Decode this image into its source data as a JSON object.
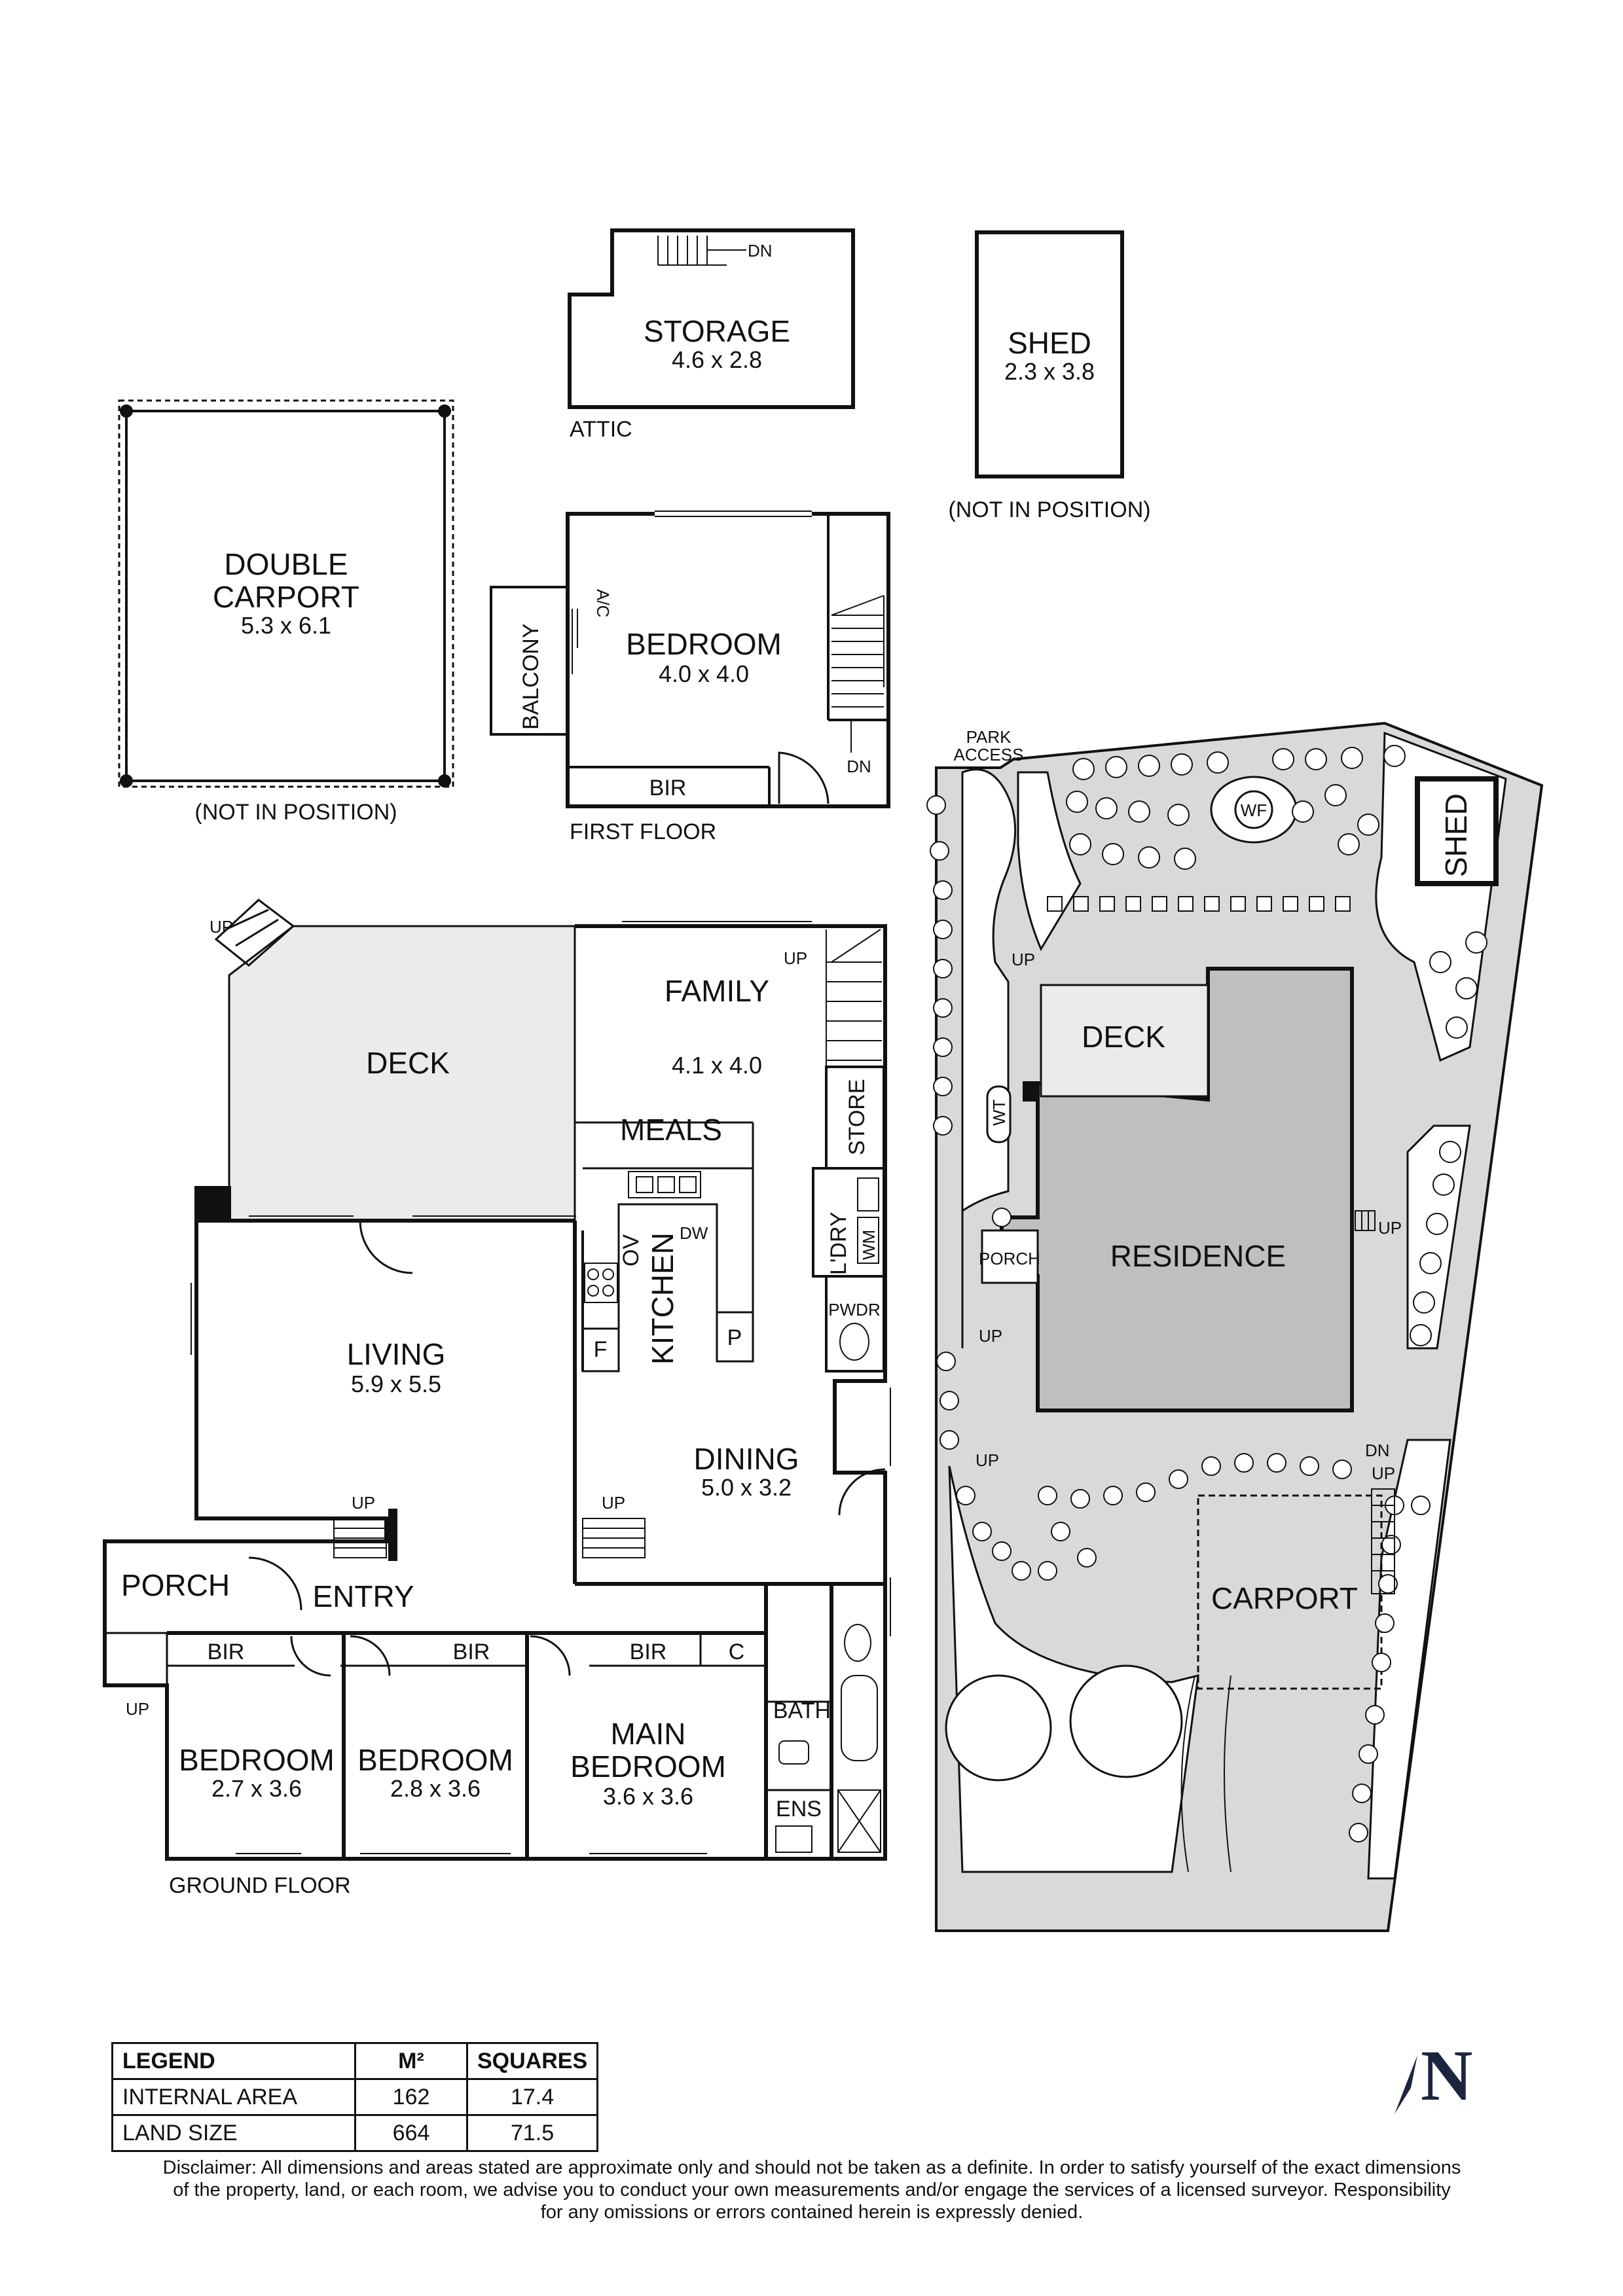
{
  "attic": {
    "level_label": "ATTIC",
    "storage": {
      "name": "STORAGE",
      "dims": "4.6 x 2.8"
    },
    "dn": "DN"
  },
  "shed": {
    "name": "SHED",
    "dims": "2.3 x 3.8",
    "note": "(NOT IN POSITION)"
  },
  "carport_plan": {
    "name_line1": "DOUBLE",
    "name_line2": "CARPORT",
    "dims": "5.3 x 6.1",
    "note": "(NOT IN POSITION)"
  },
  "first_floor": {
    "level_label": "FIRST FLOOR",
    "bedroom": {
      "name": "BEDROOM",
      "dims": "4.0 x 4.0"
    },
    "balcony": "BALCONY",
    "ac": "A/C",
    "bir": "BIR",
    "dn": "DN"
  },
  "ground_floor": {
    "level_label": "GROUND FLOOR",
    "deck": "DECK",
    "family": {
      "name": "FAMILY",
      "dims": "4.1 x 4.0"
    },
    "meals": "MEALS",
    "store": "STORE",
    "kitchen": "KITCHEN",
    "ov": "OV",
    "dw": "DW",
    "ldry": "L'DRY",
    "wm": "WM",
    "pwdr": "PWDR",
    "f": "F",
    "p": "P",
    "living": {
      "name": "LIVING",
      "dims": "5.9 x 5.5"
    },
    "dining": {
      "name": "DINING",
      "dims": "5.0 x 3.2"
    },
    "porch": "PORCH",
    "entry": "ENTRY",
    "bath": "BATH",
    "ens": "ENS",
    "c": "C",
    "bir": "BIR",
    "up": "UP",
    "bedroom1": {
      "name": "BEDROOM",
      "dims": "2.7 x 3.6"
    },
    "bedroom2": {
      "name": "BEDROOM",
      "dims": "2.8 x 3.6"
    },
    "main_bedroom": {
      "name_line1": "MAIN",
      "name_line2": "BEDROOM",
      "dims": "3.6 x 3.6"
    }
  },
  "site": {
    "park_access_line1": "PARK",
    "park_access_line2": "ACCESS",
    "wf": "WF",
    "shed": "SHED",
    "deck": "DECK",
    "wt": "WT",
    "residence": "RESIDENCE",
    "porch": "PORCH",
    "carport": "CARPORT",
    "up": "UP",
    "dn": "DN"
  },
  "legend": {
    "headers": [
      "LEGEND",
      "M²",
      "SQUARES"
    ],
    "rows": [
      {
        "label": "INTERNAL AREA",
        "m2": "162",
        "squares": "17.4"
      },
      {
        "label": "LAND SIZE",
        "m2": "664",
        "squares": "71.5"
      }
    ]
  },
  "disclaimer": {
    "line1": "Disclaimer: All dimensions and areas stated are approximate only and should not be taken as a definite. In order to satisfy yourself of the exact dimensions",
    "line2": "of the property, land, or each room, we advise you to conduct your own measurements and/or engage the services of a licensed surveyor. Responsibility",
    "line3": "for any omissions or errors contained herein is expressly denied."
  },
  "north_label": "N",
  "colors": {
    "ink": "#111111",
    "deck_fill": "#ebebeb",
    "site_fill": "#d9d9d9",
    "residence_fill": "#bfbfbf",
    "north": "#1c2440"
  }
}
